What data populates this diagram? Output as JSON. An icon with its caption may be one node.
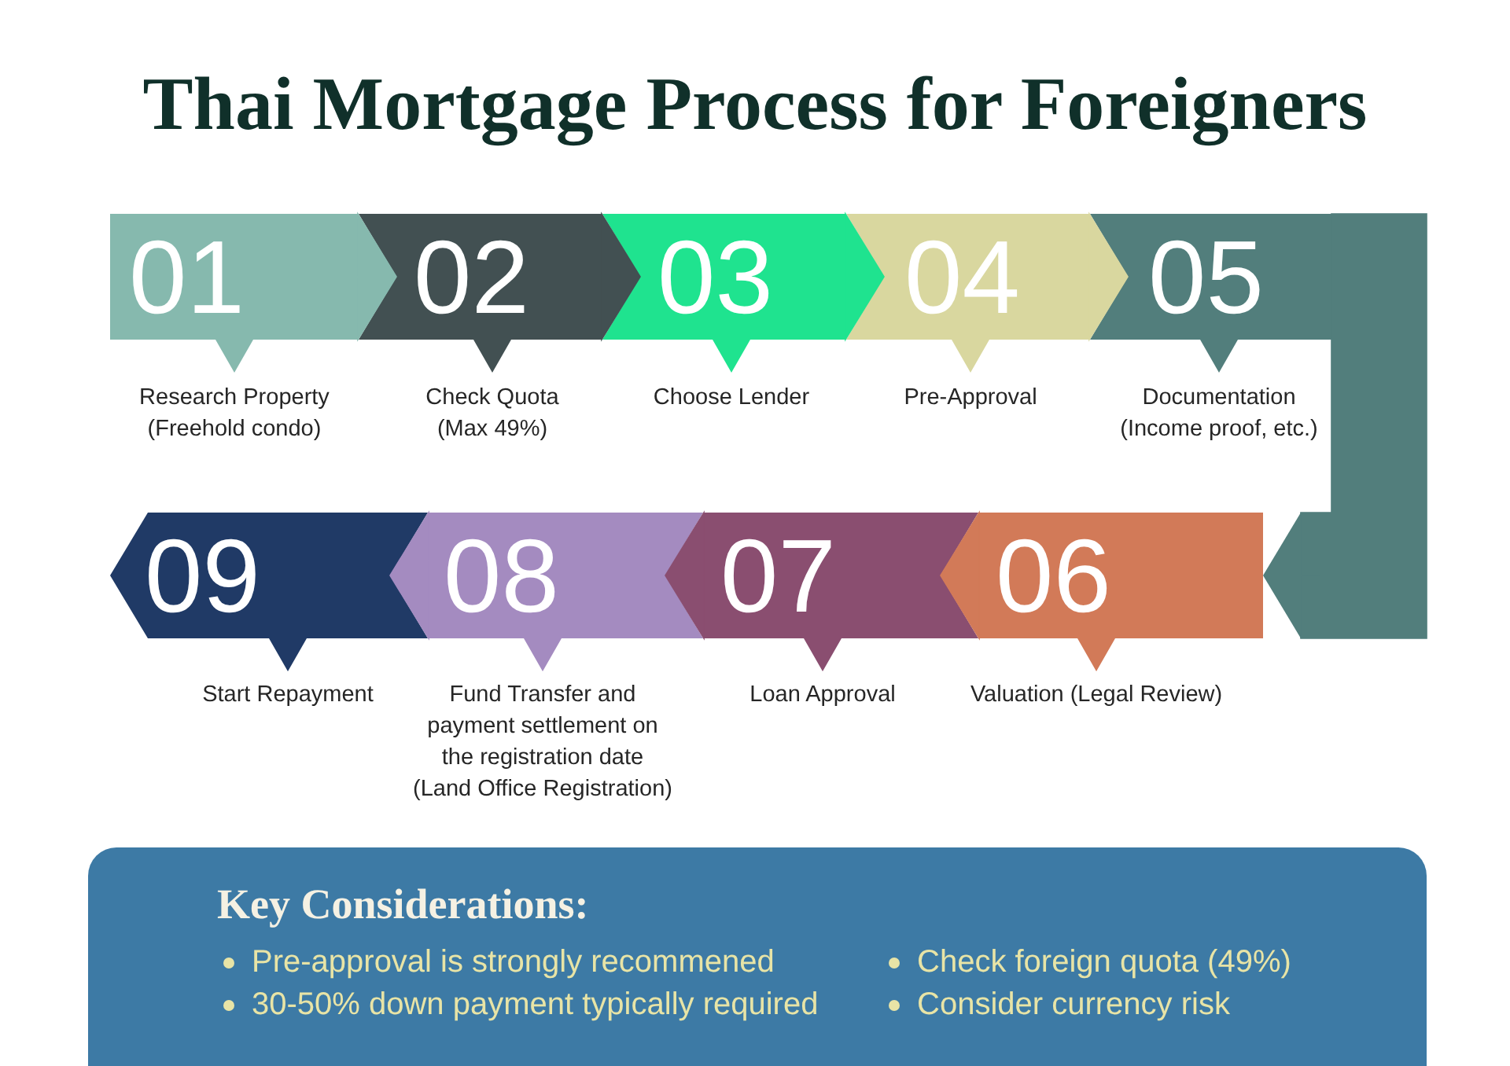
{
  "diagram": {
    "title": "Thai Mortgage Process for Foreigners",
    "nodes": [
      {
        "text": [
          "01"
        ],
        "beside": [
          "Research Property (Freehold condo)"
        ]
      },
      {
        "text": [
          "02"
        ],
        "beside": [
          "Check Quota (Max 49%)"
        ]
      },
      {
        "text": [
          "03"
        ],
        "beside": [
          "Choose Lender"
        ]
      },
      {
        "text": [
          "04"
        ],
        "beside": [
          "Pre-Approval"
        ]
      },
      {
        "text": [
          "05"
        ],
        "beside": [
          "Documentation (Income proof, etc.)"
        ]
      },
      {
        "text": [
          "06"
        ],
        "beside": [
          "Valuation (Legal Review)"
        ]
      },
      {
        "text": [
          "07"
        ],
        "beside": [
          "Loan Approval"
        ]
      },
      {
        "text": [
          "08"
        ],
        "beside": [
          "Fund Transfer and payment settlement on the registration date (Land Office Registration)"
        ]
      },
      {
        "text": [
          "09"
        ],
        "beside": [
          "Start Repayment"
        ]
      },
      {
        "text": [
          "Key Considerations:",
          "Pre-approval is strongly recommened",
          "Check foreign quota (49%)",
          "30-50% down payment typically required",
          "Consider currency risk"
        ]
      }
    ],
    "edges": [
      {
        "from": 0,
        "to": 1,
        "arrow": "to",
        "color": "#86b9ae"
      },
      {
        "from": 1,
        "to": 2,
        "arrow": "to",
        "color": "#425052"
      },
      {
        "from": 2,
        "to": 3,
        "arrow": "to",
        "color": "#1fe38f"
      },
      {
        "from": 3,
        "to": 4,
        "arrow": "to",
        "color": "#d9d79f"
      },
      {
        "from": 4,
        "to": 5,
        "arrow": "to",
        "color": "#527e7c"
      },
      {
        "from": 5,
        "to": 6,
        "arrow": "to",
        "color": "#d27a58"
      },
      {
        "from": 6,
        "to": 7,
        "arrow": "to",
        "color": "#8a4e70"
      },
      {
        "from": 7,
        "to": 8,
        "arrow": "to",
        "color": "#a48bc0"
      }
    ]
  }
}
